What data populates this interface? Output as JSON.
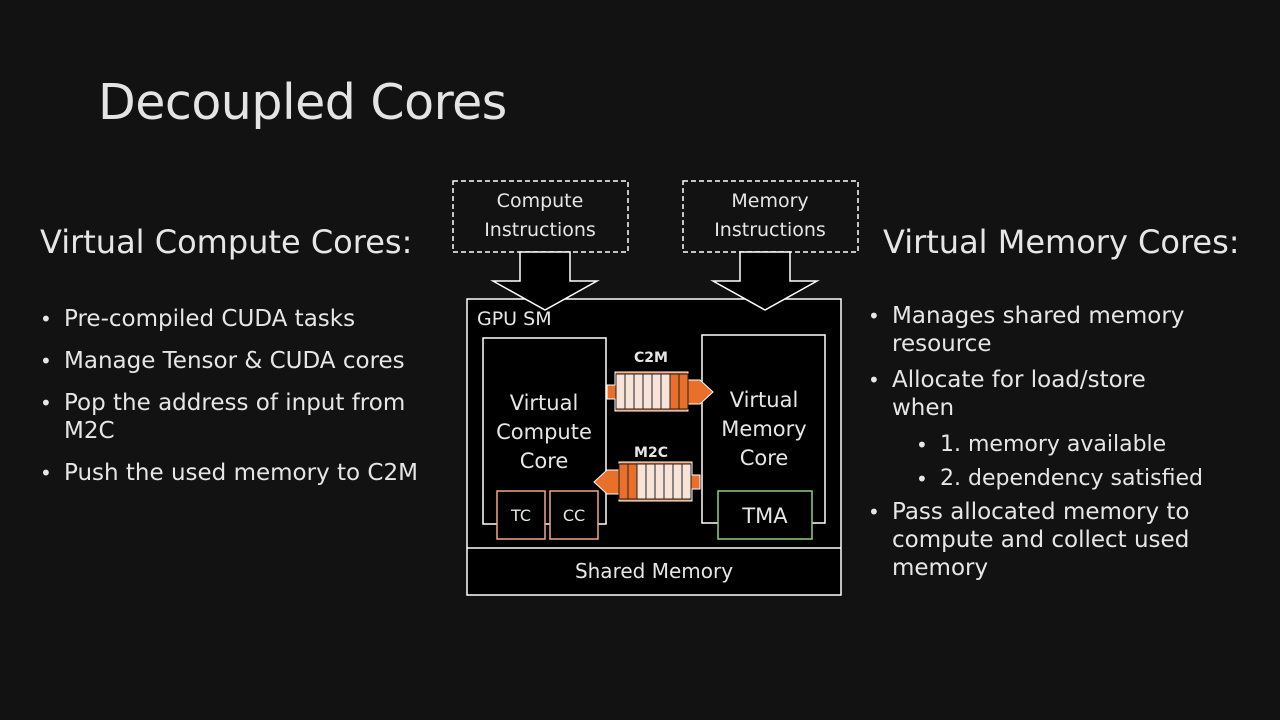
{
  "slide": {
    "title": "Decoupled Cores"
  },
  "left_panel": {
    "heading": "Virtual Compute Cores:",
    "bullets": [
      "Pre-compiled CUDA tasks",
      "Manage Tensor & CUDA cores",
      "Pop the address of input from M2C",
      "Push the used memory to C2M"
    ]
  },
  "right_panel": {
    "heading": "Virtual Memory Cores:",
    "bullets": [
      "Manages shared memory resource",
      "Allocate for load/store when",
      "1. memory available",
      "2. dependency satisfied",
      "Pass allocated memory to compute and collect used memory"
    ]
  },
  "diagram": {
    "compute_instructions": [
      "Compute",
      "Instructions"
    ],
    "memory_instructions": [
      "Memory",
      "Instructions"
    ],
    "gpu_sm_label": "GPU SM",
    "virtual_compute_core": [
      "Virtual",
      "Compute",
      "Core"
    ],
    "virtual_memory_core": [
      "Virtual",
      "Memory",
      "Core"
    ],
    "c2m_label": "C2M",
    "m2c_label": "M2C",
    "tc_label": "TC",
    "cc_label": "CC",
    "tma_label": "TMA",
    "shared_memory_label": "Shared Memory",
    "colors": {
      "accent_orange": "#e8702a",
      "queue_light": "#f8e3d8",
      "tc_cc_border": "#f0a882",
      "tma_border": "#8fd07a"
    }
  }
}
